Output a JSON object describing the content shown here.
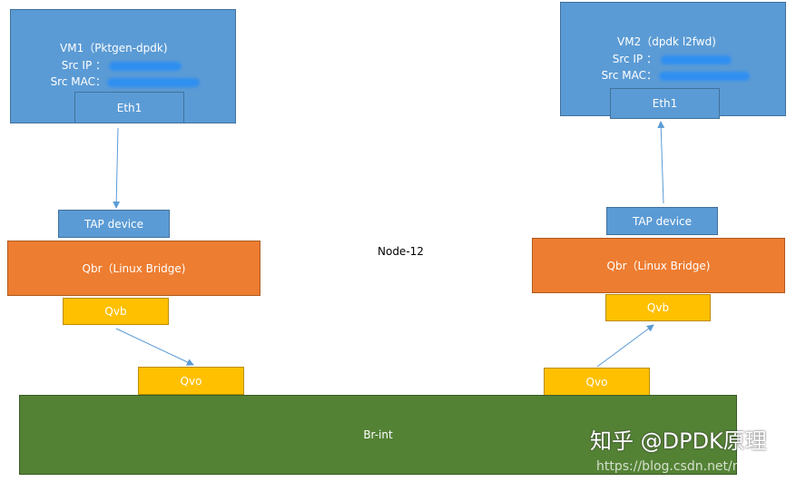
{
  "vm1": {
    "title": "VM1（Pktgen-dpdk)",
    "src_ip_label": "Src IP ：",
    "src_mac_label": "Src MAC：",
    "eth": "Eth1"
  },
  "vm2": {
    "title": "VM2（dpdk l2fwd)",
    "src_ip_label": "Src IP ：",
    "src_mac_label": "Src MAC：",
    "eth": "Eth1"
  },
  "left": {
    "tap": "TAP device",
    "qbr": "Qbr（Linux Bridge)",
    "qvb": "Qvb",
    "qvo": "Qvo"
  },
  "right": {
    "tap": "TAP device",
    "qbr": "Qbr（Linux Bridge)",
    "qvb": "Qvb",
    "qvo": "Qvo"
  },
  "node_label": "Node-12",
  "br_int": "Br-int",
  "watermark": {
    "text": "知乎 @DPDK原理",
    "url": "https://blog.csdn.net/minxihou"
  },
  "colors": {
    "vm": "#5b9bd5",
    "qbr": "#ed7d31",
    "qv": "#ffc000",
    "br_int": "#548235",
    "arrow": "#5b9bd5"
  }
}
